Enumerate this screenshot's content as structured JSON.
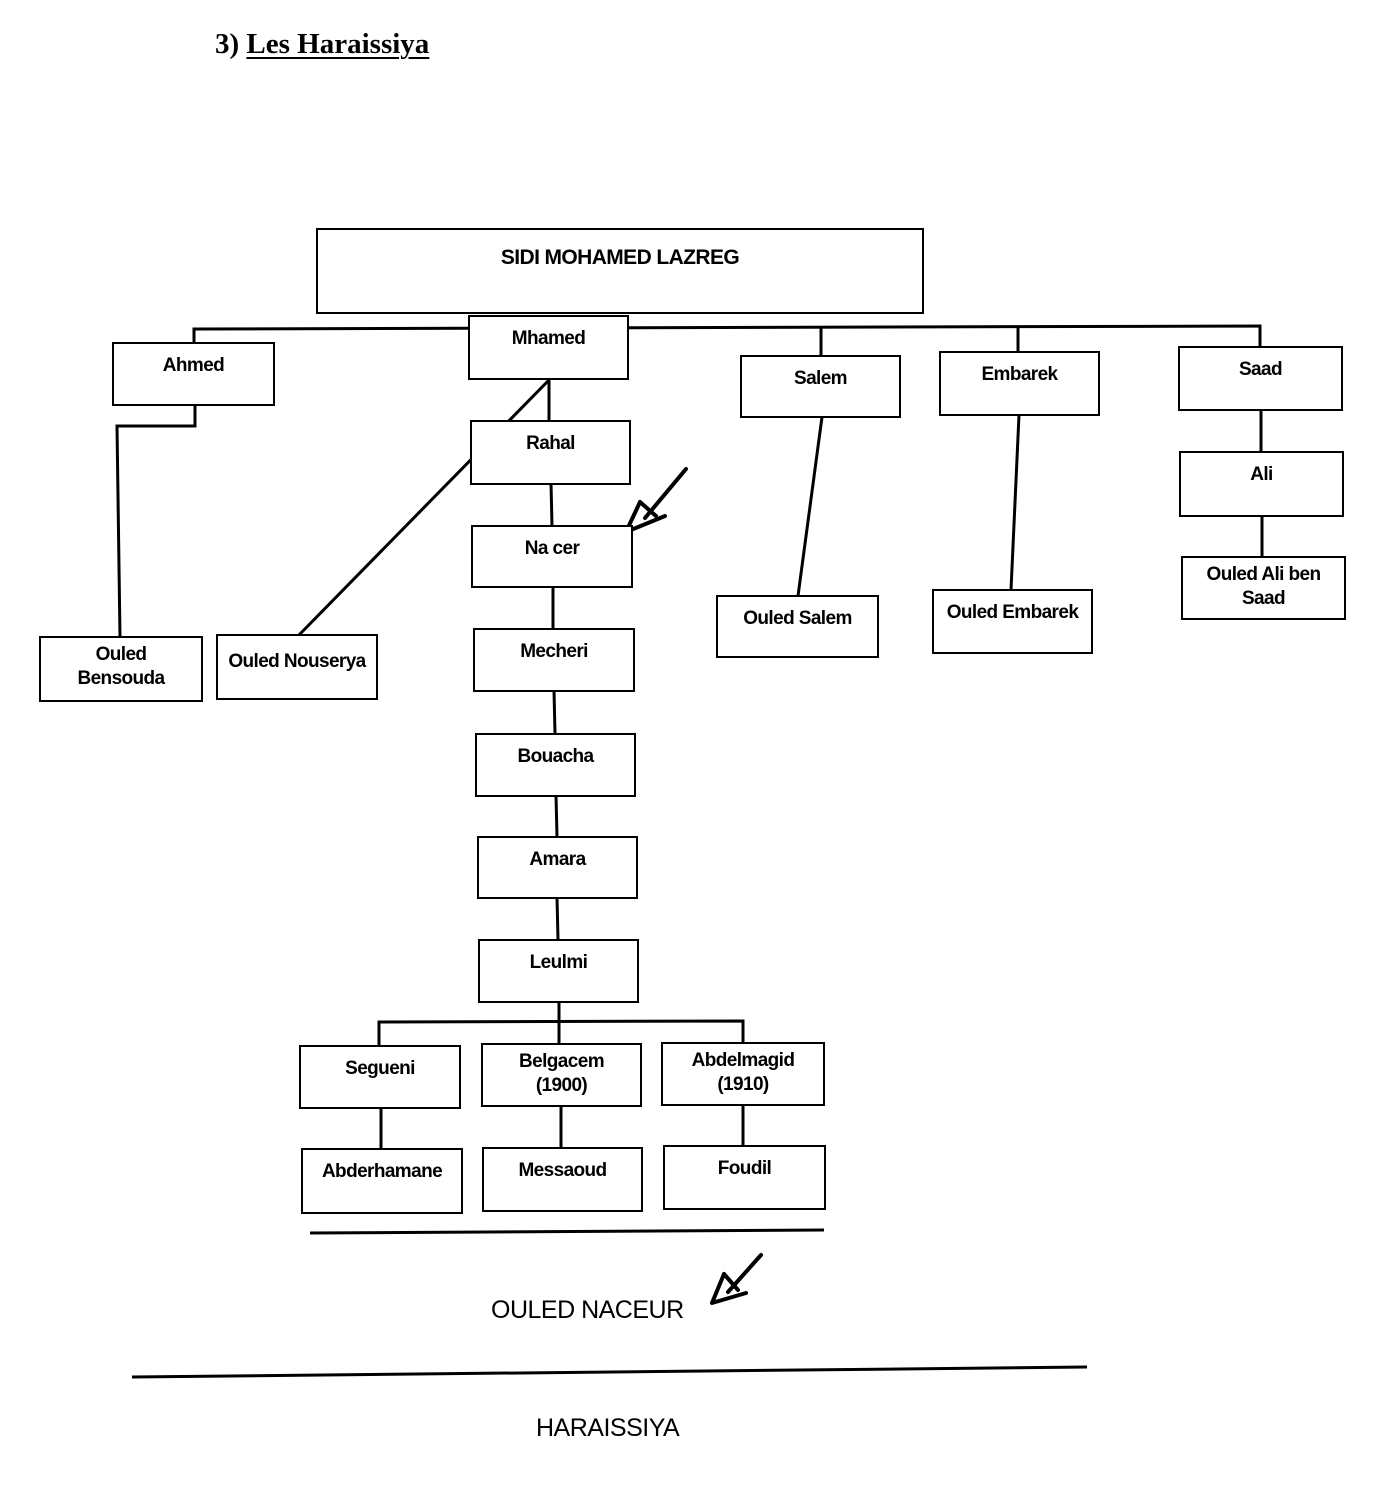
{
  "heading": {
    "number": "3)",
    "title": "Les Haraissiya"
  },
  "root": "SIDI MOHAMED LAZREG",
  "sons": {
    "ahmed": "Ahmed",
    "mhamed": "Mhamed",
    "salem": "Salem",
    "embarek": "Embarek",
    "saad": "Saad"
  },
  "descendants": {
    "ouled_bensouda": "Ouled Bensouda",
    "ouled_nouserya": "Ouled Nouserya",
    "rahal": "Rahal",
    "nacer": "Na cer",
    "mecheri": "Mecheri",
    "bouacha": "Bouacha",
    "amara": "Amara",
    "leulmi": "Leulmi",
    "segueni": "Segueni",
    "belgacem": "Belgacem (1900)",
    "abdelmagid": "Abdelmagid (1910)",
    "abderhamane": "Abderhamane",
    "messaoud": "Messaoud",
    "foudil": "Foudil",
    "ouled_salem": "Ouled Salem",
    "ouled_embarek": "Ouled Embarek",
    "ali": "Ali",
    "ouled_ali_ben_saad": "Ouled Ali ben Saad"
  },
  "captions": {
    "ouled_naceur": "OULED NACEUR",
    "haraissiya": "HARAISSIYA"
  },
  "annotations": [
    "hand-drawn-arrow-pointing-to-nacer",
    "hand-drawn-arrow-pointing-to-ouled-naceur"
  ]
}
